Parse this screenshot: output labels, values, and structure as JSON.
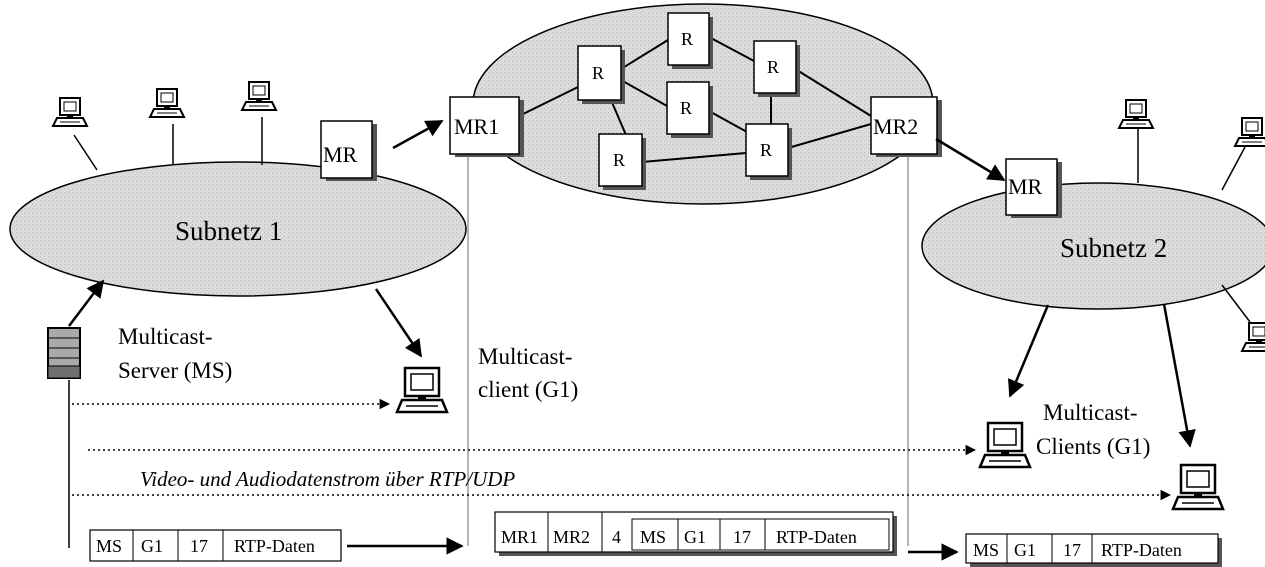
{
  "diagram": {
    "subnets": {
      "s1": "Subnetz 1",
      "s2": "Subnetz 2"
    },
    "routers": {
      "mr": "MR",
      "mr1": "MR1",
      "mr2": "MR2",
      "r": "R"
    },
    "labels": {
      "server_line1": "Multicast-",
      "server_line2": "Server (MS)",
      "client_line1": "Multicast-",
      "client_line2": "client (G1)",
      "clients_line1": "Multicast-",
      "clients_line2": "Clients (G1)",
      "stream": "Video- und Audiodatenstrom über RTP/UDP"
    },
    "packets": {
      "p1": [
        "MS",
        "G1",
        "17",
        "RTP-Daten"
      ],
      "p2": [
        "MR1",
        "MR2",
        "4",
        "MS",
        "G1",
        "17",
        "RTP-Daten"
      ],
      "p3": [
        "MS",
        "G1",
        "17",
        "RTP-Daten"
      ]
    }
  },
  "colors": {
    "ellipse_fill": "#d9d9d9",
    "stroke": "#000000",
    "router_shadow": "#555555"
  }
}
